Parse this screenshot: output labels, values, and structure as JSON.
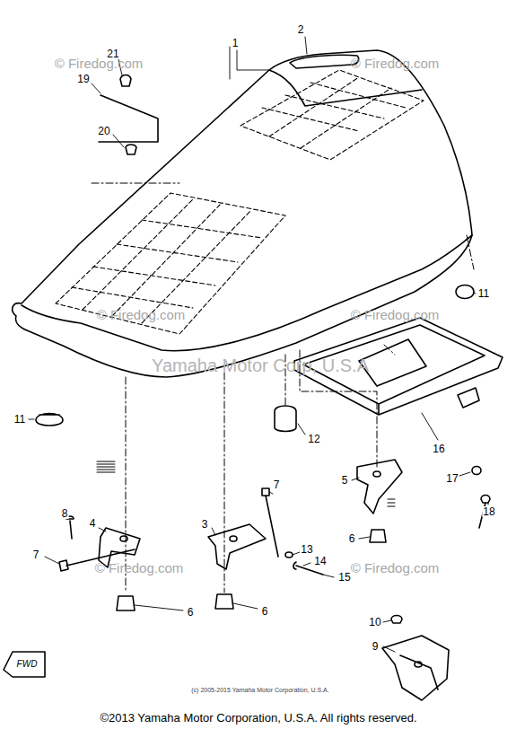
{
  "diagram": {
    "labels": [
      "1",
      "2",
      "21",
      "19",
      "20",
      "11",
      "11",
      "12",
      "16",
      "17",
      "18",
      "5",
      "6",
      "7",
      "7",
      "8",
      "4",
      "3",
      "6",
      "6",
      "13",
      "14",
      "15",
      "10",
      "9",
      "FWD",
      "© Firedog.com",
      "© Firedog.com",
      "© Firedog.com",
      "© Firedog.com",
      "© Firedog.com",
      "© Firedog.com",
      "Yamaha Motor Corp, U.S.A",
      "(c) 2005-2015 Yamaha Motor Corporation, U.S.A.",
      "©2013 Yamaha Motor Corporation, U.S.A. All rights reserved."
    ]
  }
}
